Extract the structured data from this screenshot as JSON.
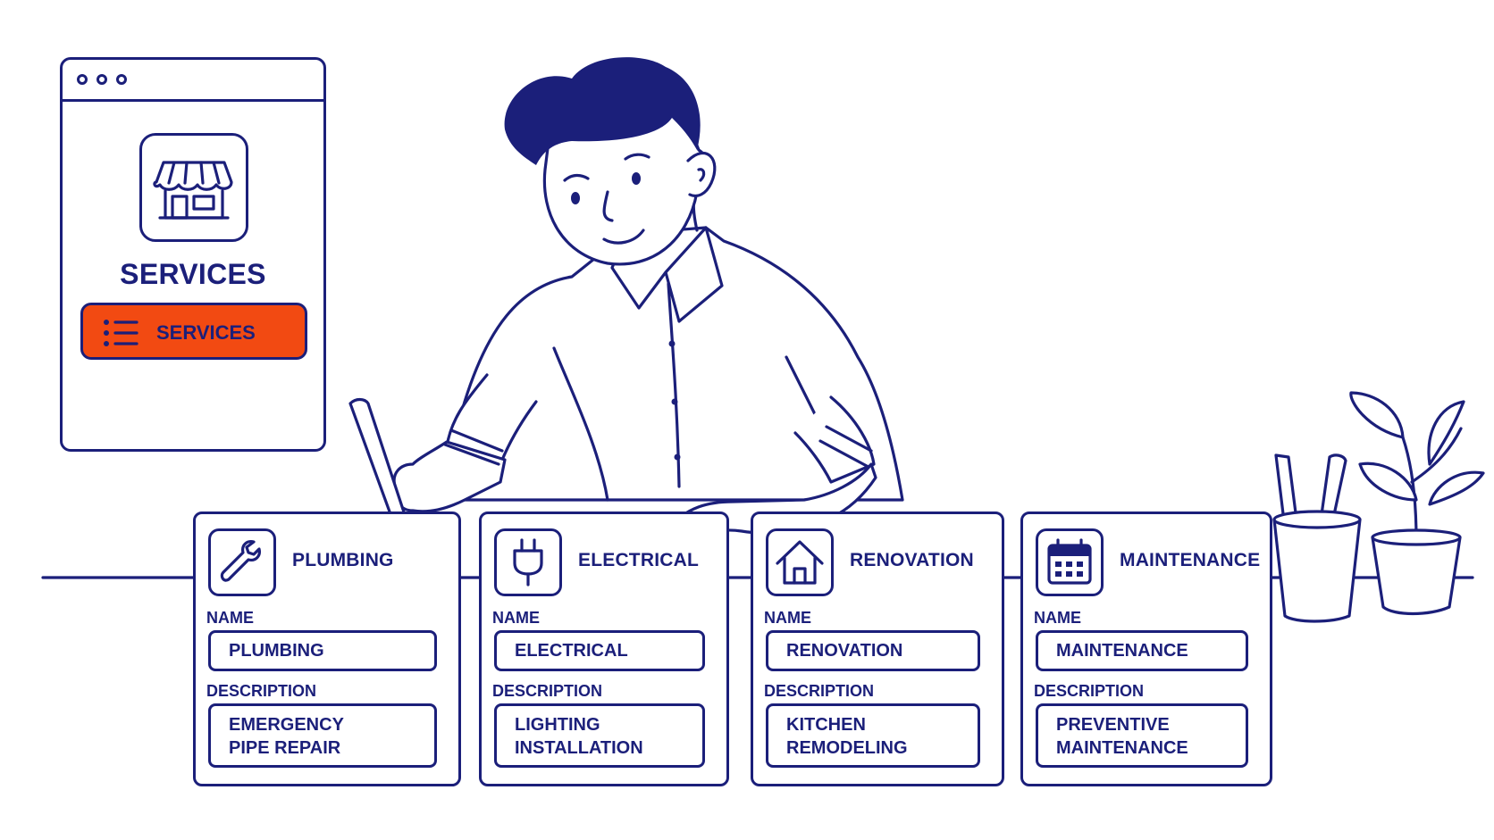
{
  "window": {
    "title": "SERVICES",
    "button_label": "SERVICES",
    "icons": [
      "storefront-icon",
      "list-icon"
    ],
    "accent_color": "#f24a12"
  },
  "ink_color": "#1b1f7a",
  "cards": [
    {
      "heading": "PLUMBING",
      "icon": "wrench-icon",
      "name_label": "NAME",
      "name_value": "PLUMBING",
      "description_label": "DESCRIPTION",
      "description_value": "EMERGENCY\nPIPE REPAIR"
    },
    {
      "heading": "ELECTRICAL",
      "icon": "plug-icon",
      "name_label": "NAME",
      "name_value": "ELECTRICAL",
      "description_label": "DESCRIPTION",
      "description_value": "LIGHTING\nINSTALLATION"
    },
    {
      "heading": "RENOVATION",
      "icon": "house-icon",
      "name_label": "NAME",
      "name_value": "RENOVATION",
      "description_label": "DESCRIPTION",
      "description_value": "KITCHEN\nREMODELING"
    },
    {
      "heading": "MAINTENANCE",
      "icon": "calendar-icon",
      "name_label": "NAME",
      "name_value": "MAINTENANCE",
      "description_label": "DESCRIPTION",
      "description_value": "PREVENTIVE\nMAINTENANCE"
    }
  ]
}
